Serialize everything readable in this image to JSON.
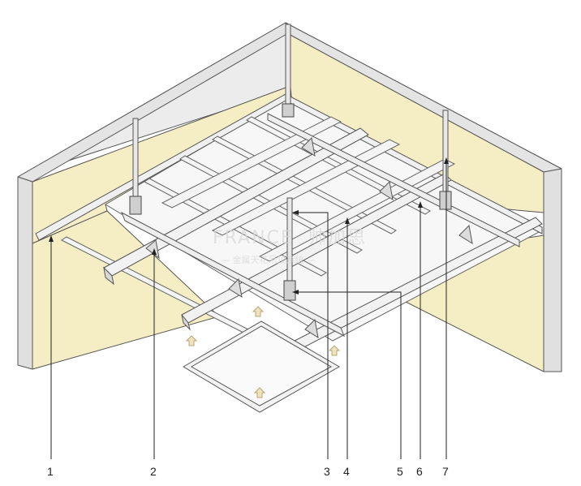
{
  "watermark": {
    "brand_latin": "FRANCE",
    "brand_cn": "帅加思",
    "tagline": "— 金属天花吊顶系统 —"
  },
  "callouts": [
    {
      "number": "1"
    },
    {
      "number": "2"
    },
    {
      "number": "3"
    },
    {
      "number": "4"
    },
    {
      "number": "5"
    },
    {
      "number": "6"
    },
    {
      "number": "7"
    }
  ],
  "colors": {
    "wall_face": "#f5edc4",
    "wall_edge": "#e6e6e6",
    "ceiling_slab": "#ececec",
    "grid_metal": "#f2f2f2",
    "outline": "#555555",
    "arrow_fill": "#efe3bd"
  }
}
